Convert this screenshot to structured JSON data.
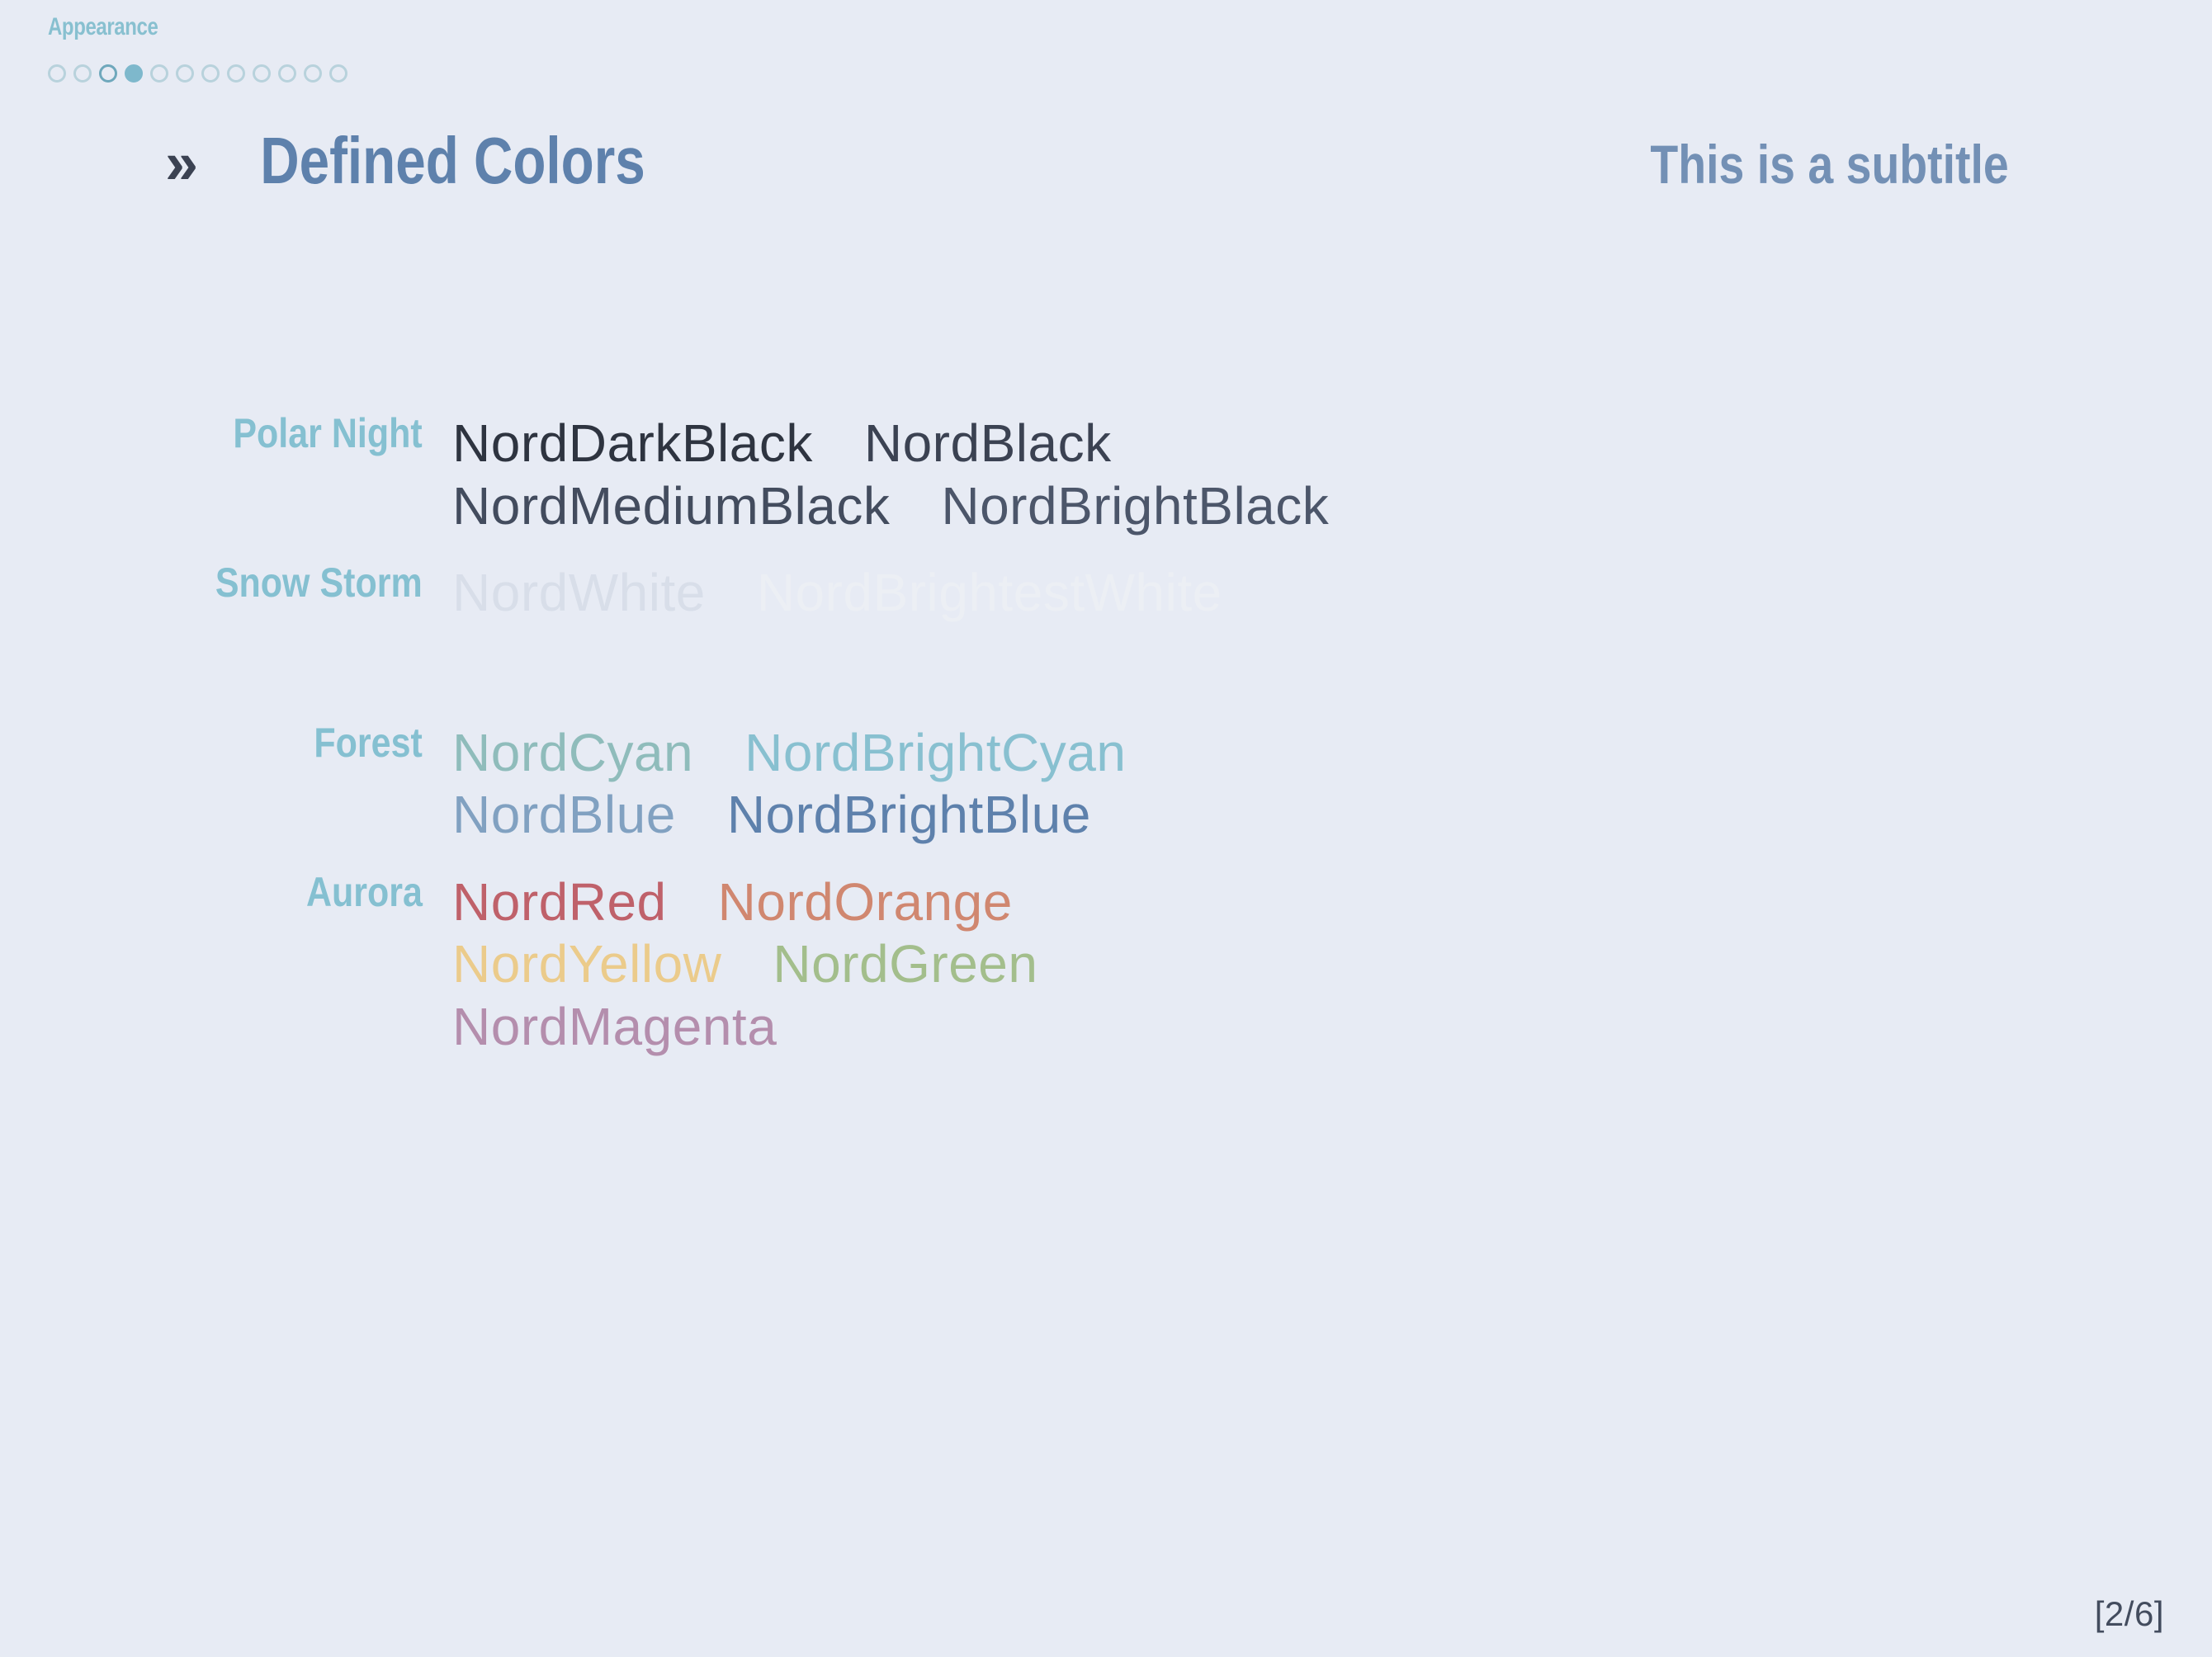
{
  "theme": {
    "background": "#E7EBF4",
    "section_accent": "#88C0D0",
    "title_accent": "#5E81AC",
    "subtitle_accent": "#7390B5",
    "chevron_color": "#3B4252",
    "label_color": "#85C0D1",
    "footer_color": "#434C5E",
    "dot_idle": "#B8D2DC",
    "dot_seen": "#6FA8BC",
    "dot_current": "#7EB8CC"
  },
  "header": {
    "section_name": "Appearance",
    "dots_total": 12,
    "dots_current_index": 4,
    "dots_seen_index": 3
  },
  "title": {
    "chevron": "»",
    "text": "Defined Colors",
    "subtitle": "This is a subtitle"
  },
  "palette": {
    "groups": [
      {
        "label": "Polar Night",
        "lines": [
          [
            {
              "name": "NordDarkBlack",
              "hex": "#2E3440"
            },
            {
              "name": "NordBlack",
              "hex": "#3B4252"
            }
          ],
          [
            {
              "name": "NordMediumBlack",
              "hex": "#434C5E"
            },
            {
              "name": "NordBrightBlack",
              "hex": "#4C566A"
            }
          ]
        ]
      },
      {
        "label": "Snow Storm",
        "lines": [
          [
            {
              "name": "NordWhite",
              "hex": "#D8DEE9"
            },
            {
              "name": "NordBrightestWhite",
              "hex": "#ECEFF4"
            }
          ]
        ]
      },
      {
        "label": "Forest",
        "lines": [
          [
            {
              "name": "NordCyan",
              "hex": "#8FBCBB"
            },
            {
              "name": "NordBrightCyan",
              "hex": "#88C0D0"
            }
          ],
          [
            {
              "name": "NordBlue",
              "hex": "#81A1C1"
            },
            {
              "name": "NordBrightBlue",
              "hex": "#5E81AC"
            }
          ]
        ]
      },
      {
        "label": "Aurora",
        "lines": [
          [
            {
              "name": "NordRed",
              "hex": "#BF616A"
            },
            {
              "name": "NordOrange",
              "hex": "#D08770"
            }
          ],
          [
            {
              "name": "NordYellow",
              "hex": "#EBCB8B"
            },
            {
              "name": "NordGreen",
              "hex": "#A3BE8C"
            }
          ],
          [
            {
              "name": "NordMagenta",
              "hex": "#B48EAD"
            }
          ]
        ]
      }
    ]
  },
  "footer": {
    "page_indicator": "[2/6]"
  }
}
